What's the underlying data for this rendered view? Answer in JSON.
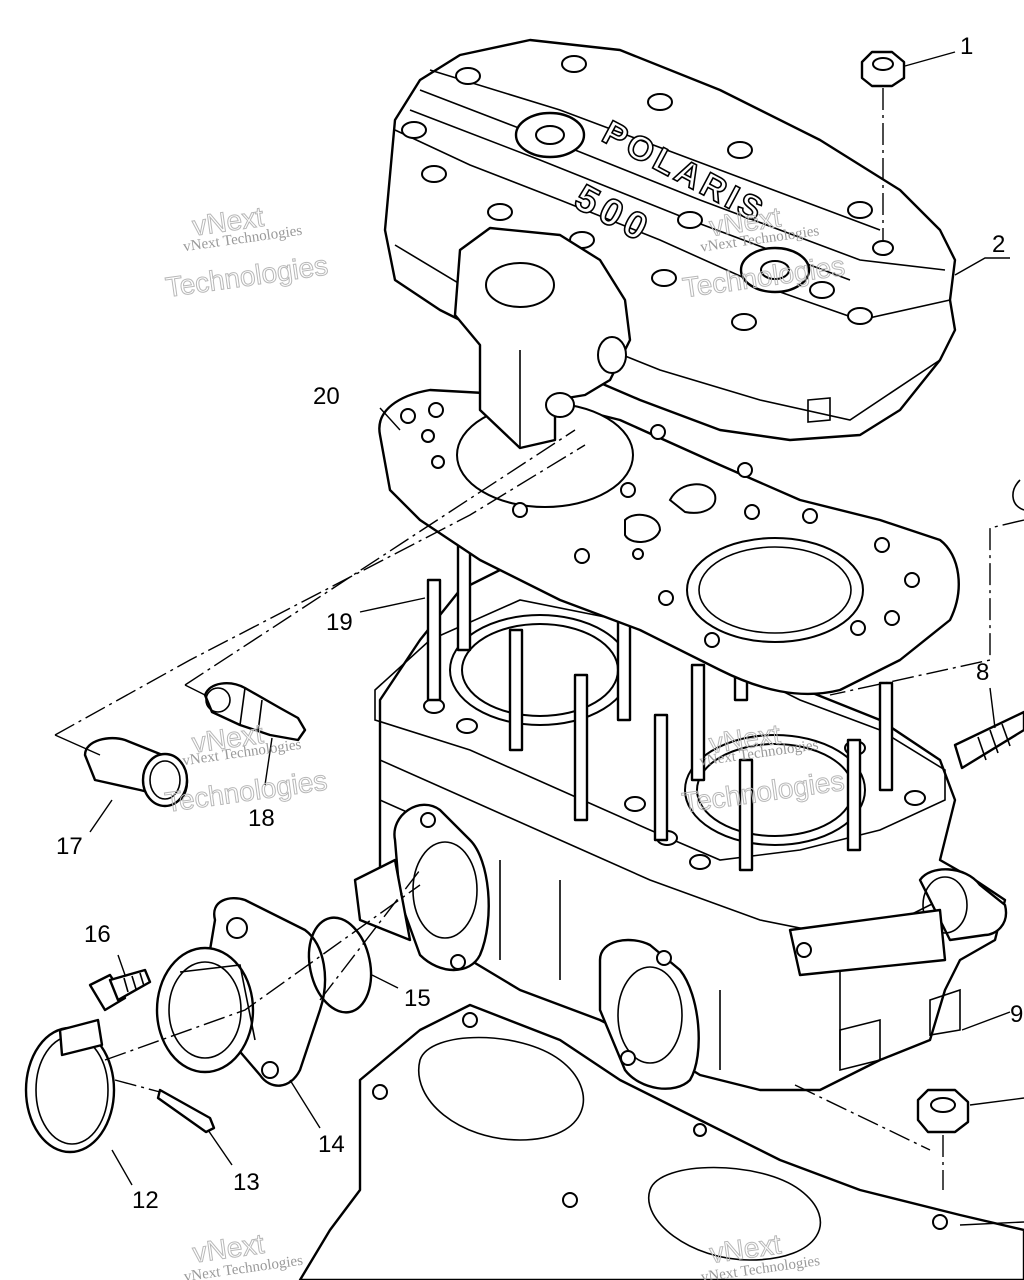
{
  "watermark": {
    "line1": "vNext",
    "line2": "vNext Technologies",
    "line3": "Technologies"
  },
  "cover_text": {
    "brand": "POLARIS",
    "model": "500"
  },
  "callouts": [
    {
      "id": "1",
      "text": "1"
    },
    {
      "id": "2",
      "text": "2"
    },
    {
      "id": "8",
      "text": "8"
    },
    {
      "id": "9",
      "text": "9"
    },
    {
      "id": "12",
      "text": "12"
    },
    {
      "id": "13",
      "text": "13"
    },
    {
      "id": "14",
      "text": "14"
    },
    {
      "id": "15",
      "text": "15"
    },
    {
      "id": "16",
      "text": "16"
    },
    {
      "id": "17",
      "text": "17"
    },
    {
      "id": "18",
      "text": "18"
    },
    {
      "id": "19",
      "text": "19"
    },
    {
      "id": "20",
      "text": "20"
    }
  ]
}
